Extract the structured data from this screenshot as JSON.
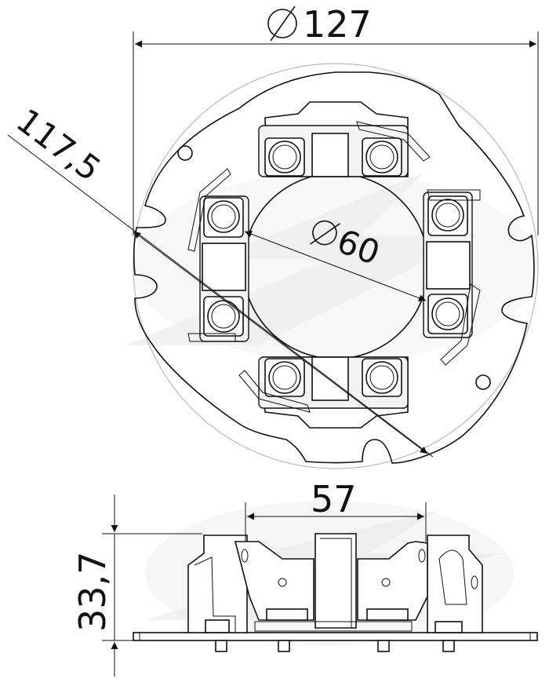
{
  "drawing": {
    "dimensions": {
      "outer_diameter": "127",
      "inner_diameter": "60",
      "diagonal": "117,5",
      "width": "57",
      "height": "33,7"
    },
    "colors": {
      "line": "#111111",
      "ghost_circle": "#bbbbbb",
      "watermark": "#e9e9e9"
    }
  }
}
